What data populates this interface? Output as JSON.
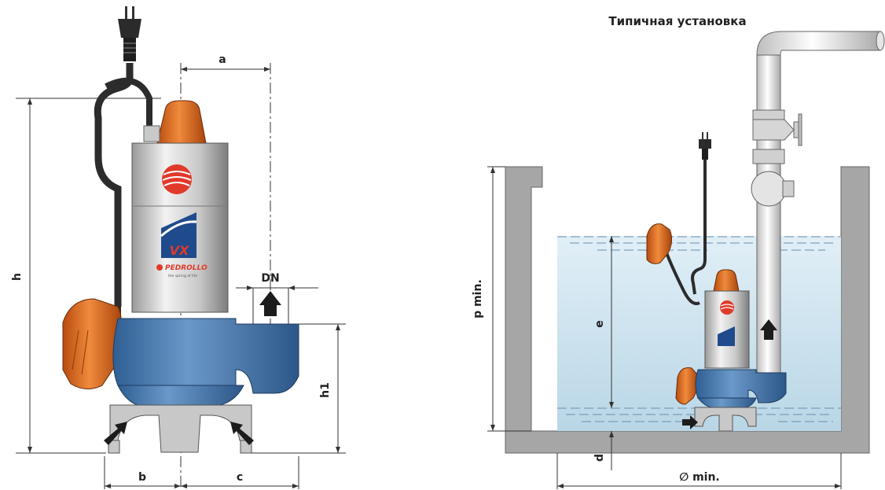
{
  "labels": {
    "title": "Типичная установка",
    "a": "a",
    "b": "b",
    "c": "c",
    "h": "h",
    "h1": "h1",
    "dn": "DN",
    "e": "e",
    "d": "d",
    "p_min": "p  min.",
    "diam_min": "∅  min."
  },
  "branding": {
    "model": "VX",
    "brand": "PEDROLLO",
    "tagline": "the spring of life"
  },
  "colors": {
    "pump_body_blue": "#4d7fb5",
    "motor_steel": "#d9d9d9",
    "accent_orange": "#e06a1e",
    "logo_red": "#e03a2a",
    "water": "#cfe4ef",
    "wall": "#a6a6a6"
  }
}
